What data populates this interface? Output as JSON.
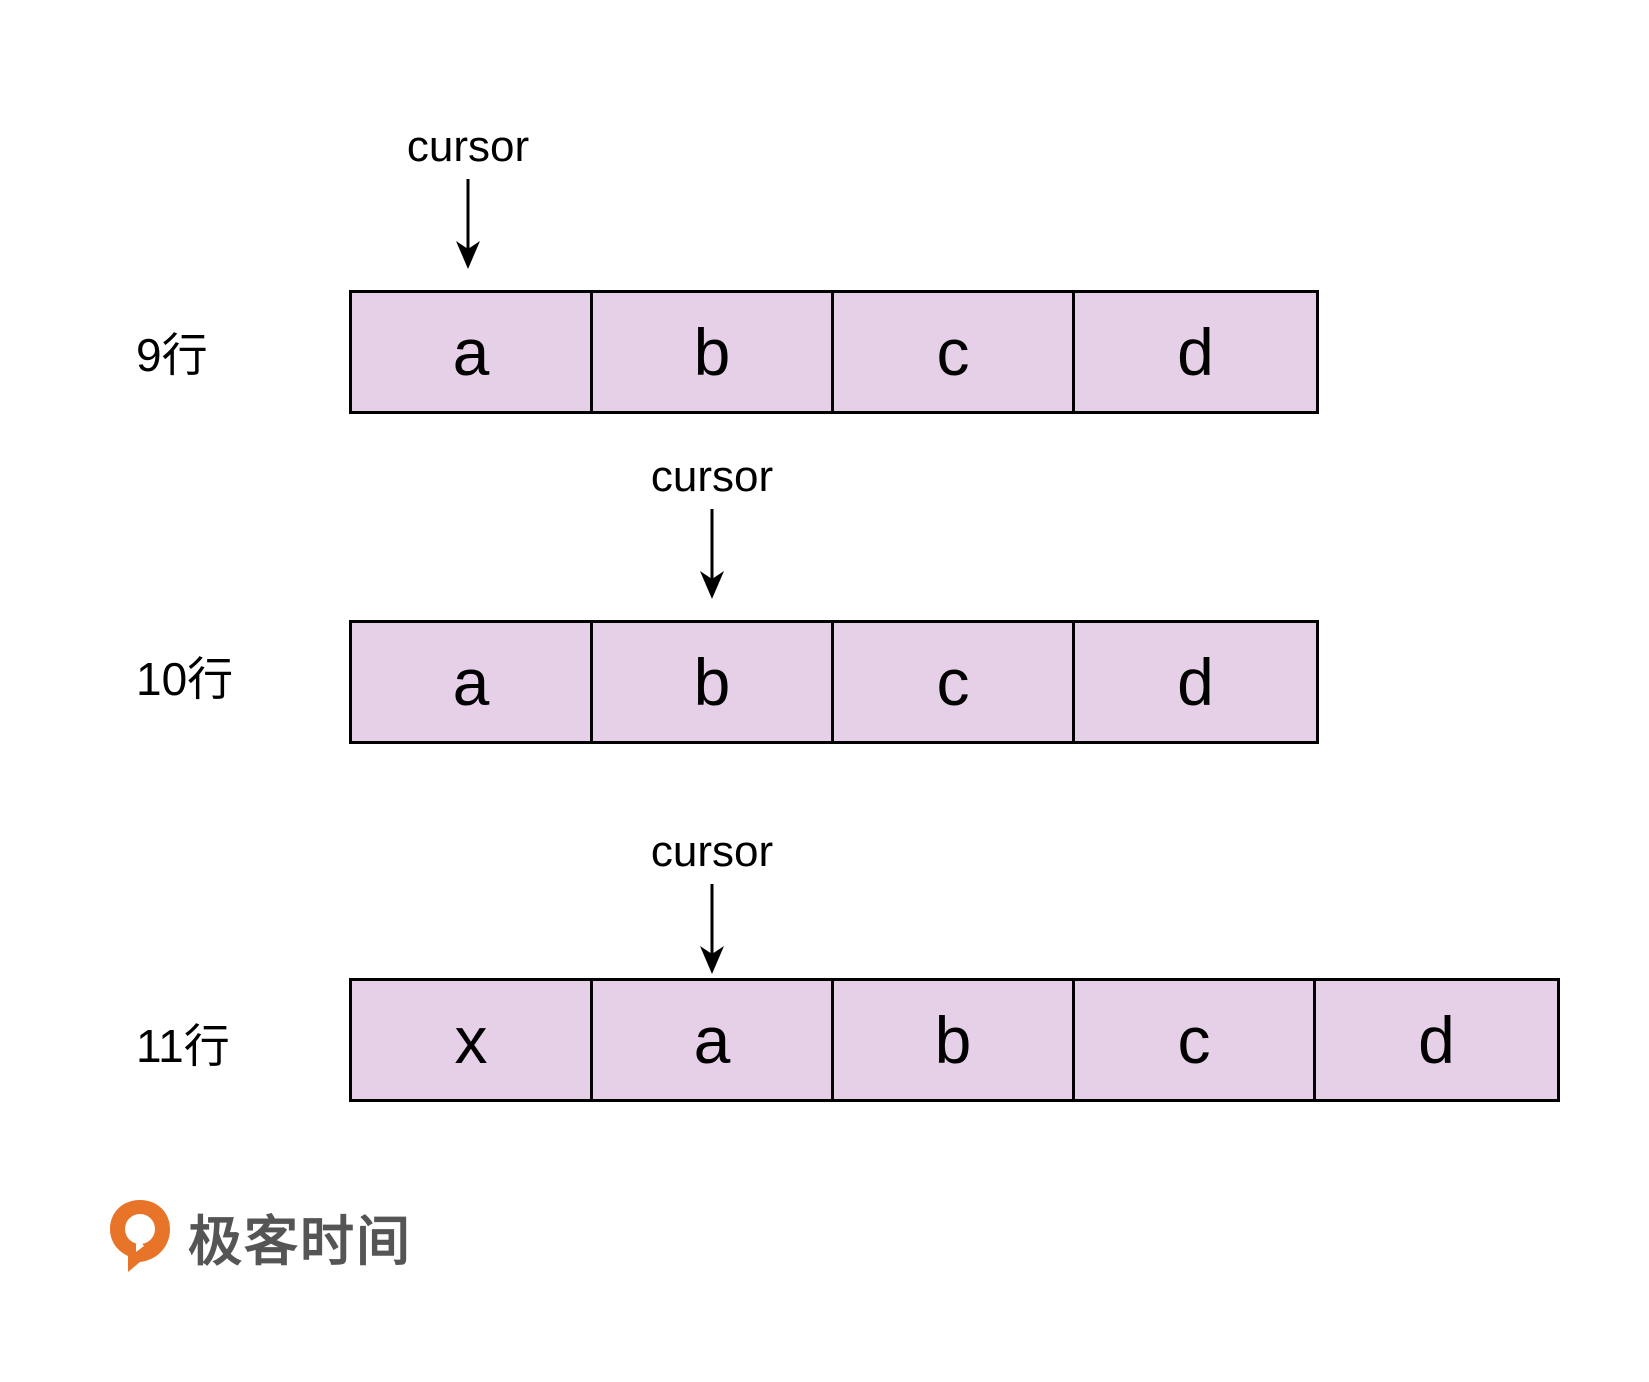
{
  "rows": [
    {
      "label": "9行",
      "cursor_label": "cursor",
      "cursor_index": 0,
      "cells": [
        "a",
        "b",
        "c",
        "d"
      ]
    },
    {
      "label": "10行",
      "cursor_label": "cursor",
      "cursor_index": 1,
      "cells": [
        "a",
        "b",
        "c",
        "d"
      ]
    },
    {
      "label": "11行",
      "cursor_label": "cursor",
      "cursor_index": 1,
      "cells": [
        "x",
        "a",
        "b",
        "c",
        "d"
      ]
    }
  ],
  "colors": {
    "cell_fill": "#e6d0e8",
    "border": "#000000",
    "logo_orange": "#e8742a",
    "logo_text": "#555555"
  },
  "logo": {
    "icon": "geektime-logo-icon",
    "text": "极客时间"
  }
}
